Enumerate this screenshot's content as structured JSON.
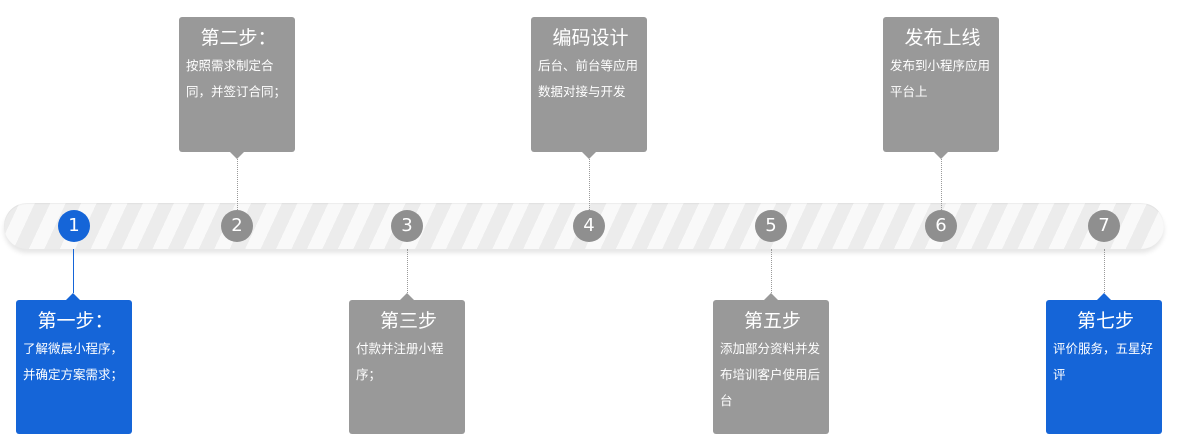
{
  "steps": [
    {
      "number": "1",
      "title": "第一步：",
      "desc": "了解微晨小程序，并确定方案需求；"
    },
    {
      "number": "2",
      "title": "第二步：",
      "desc": "按照需求制定合同，并签订合同；"
    },
    {
      "number": "3",
      "title": "第三步",
      "desc": "付款并注册小程序；"
    },
    {
      "number": "4",
      "title": "编码设计",
      "desc": "后台、前台等应用数据对接与开发"
    },
    {
      "number": "5",
      "title": "第五步",
      "desc": "添加部分资料并发布培训客户使用后台"
    },
    {
      "number": "6",
      "title": "发布上线",
      "desc": "发布到小程序应用平台上"
    },
    {
      "number": "7",
      "title": "第七步",
      "desc": "评价服务，五星好评"
    }
  ],
  "colors": {
    "active": "#1565d8",
    "inactive": "#999999",
    "node_inactive": "#8f8f8f",
    "track": "#ececec"
  }
}
